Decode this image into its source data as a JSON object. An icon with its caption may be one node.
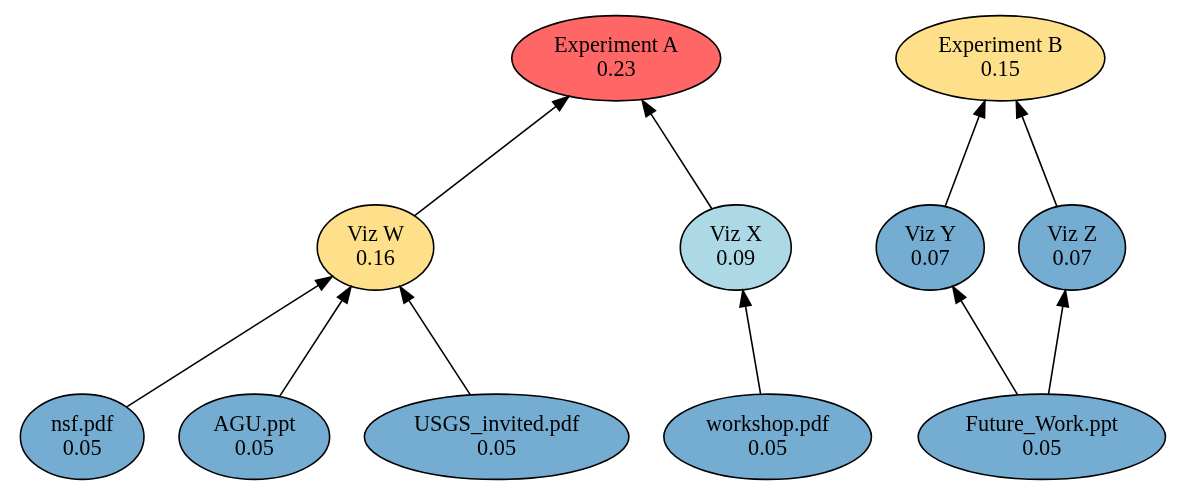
{
  "diagram": {
    "nodes": [
      {
        "text": [
          "Experiment A",
          "0.23"
        ]
      },
      {
        "text": [
          "Experiment B",
          "0.15"
        ]
      },
      {
        "text": [
          "Viz W",
          "0.16"
        ]
      },
      {
        "text": [
          "Viz X",
          "0.09"
        ]
      },
      {
        "text": [
          "Viz Y",
          "0.07"
        ]
      },
      {
        "text": [
          "Viz Z",
          "0.07"
        ]
      },
      {
        "text": [
          "nsf.pdf",
          "0.05"
        ]
      },
      {
        "text": [
          "AGU.ppt",
          "0.05"
        ]
      },
      {
        "text": [
          "USGS_invited.pdf",
          "0.05"
        ]
      },
      {
        "text": [
          "workshop.pdf",
          "0.05"
        ]
      },
      {
        "text": [
          "Future_Work.ppt",
          "0.05"
        ]
      }
    ],
    "edges": [
      {
        "from": 2,
        "to": 0,
        "arrow": "to"
      },
      {
        "from": 3,
        "to": 0,
        "arrow": "to"
      },
      {
        "from": 4,
        "to": 1,
        "arrow": "to"
      },
      {
        "from": 5,
        "to": 1,
        "arrow": "to"
      },
      {
        "from": 6,
        "to": 2,
        "arrow": "to"
      },
      {
        "from": 7,
        "to": 2,
        "arrow": "to"
      },
      {
        "from": 8,
        "to": 2,
        "arrow": "to"
      },
      {
        "from": 9,
        "to": 3,
        "arrow": "to"
      },
      {
        "from": 10,
        "to": 4,
        "arrow": "to"
      },
      {
        "from": 10,
        "to": 5,
        "arrow": "to"
      }
    ]
  }
}
